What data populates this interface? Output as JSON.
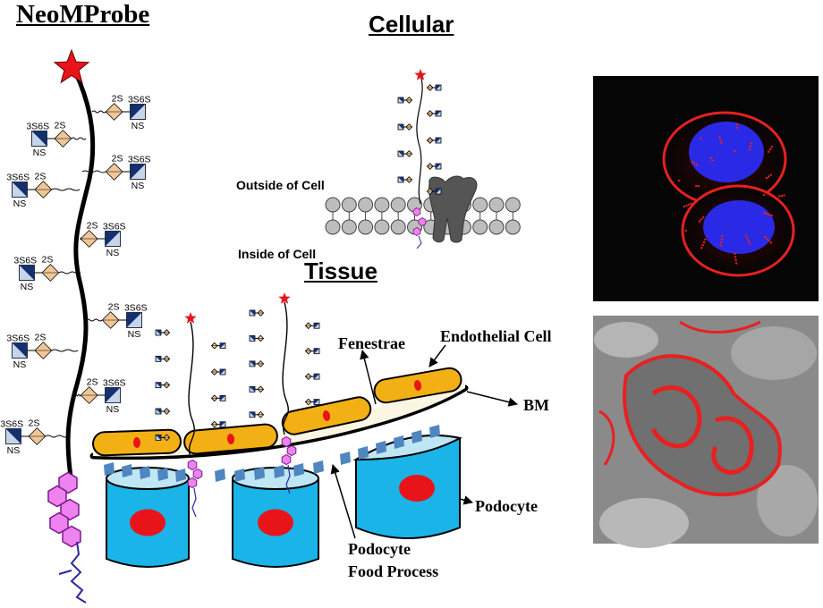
{
  "titles": {
    "probe": "NeoMProbe",
    "cellular": "Cellular",
    "tissue": "Tissue"
  },
  "membrane_labels": {
    "outside": "Outside of Cell",
    "inside": "Inside of Cell"
  },
  "tissue_labels": {
    "fenestrae": "Fenestrae",
    "endothelial": "Endothelial Cell",
    "bm": "BM",
    "podocyte": "Podocyte",
    "food_process_line1": "Podocyte",
    "food_process_line2": "Food Process"
  },
  "sugar_labels": {
    "s2": "2S",
    "s3": "3S6S",
    "ns": "NS"
  },
  "colors": {
    "chain": "#000000",
    "star": "#e8141a",
    "square_navy": "#14306e",
    "square_light": "#c5d6ec",
    "diamond_fill": "#f0c696",
    "lipid_pink": "#ee82ee",
    "lipid_stroke": "#7a1a8c",
    "lipid_tail": "#2a2aa0",
    "endothelial": "#f2b014",
    "nucleus": "#e8141a",
    "podocyte_body": "#1ab4e8",
    "podocyte_top": "#bfe6f5",
    "foot_process": "#4f86c0",
    "protein": "#555555",
    "bilayer_head": "#bdbdbd",
    "membrane_bg": "#ffffff",
    "photo_bg": "#050505",
    "dapi_blue": "#2a2ae6",
    "stain_red": "#e82020"
  }
}
